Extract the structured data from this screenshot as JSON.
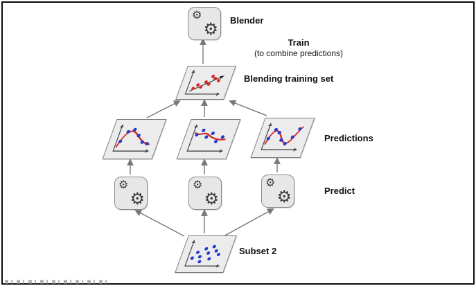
{
  "labels": {
    "blender": "Blender",
    "train": "Train",
    "train_note": "(to combine predictions)",
    "blending_set": "Blending training set",
    "predictions": "Predictions",
    "predict": "Predict",
    "subset": "Subset 2"
  },
  "icons": {
    "blender_icon": "gears-icon",
    "predictor_icon": "gears-icon"
  },
  "colors": {
    "node_fill": "#ececec",
    "node_border": "#7c7c7c",
    "arrow": "#777777",
    "series_red": "#d42a2a",
    "series_blue": "#2638cc",
    "frame": "#0b0b0b"
  }
}
